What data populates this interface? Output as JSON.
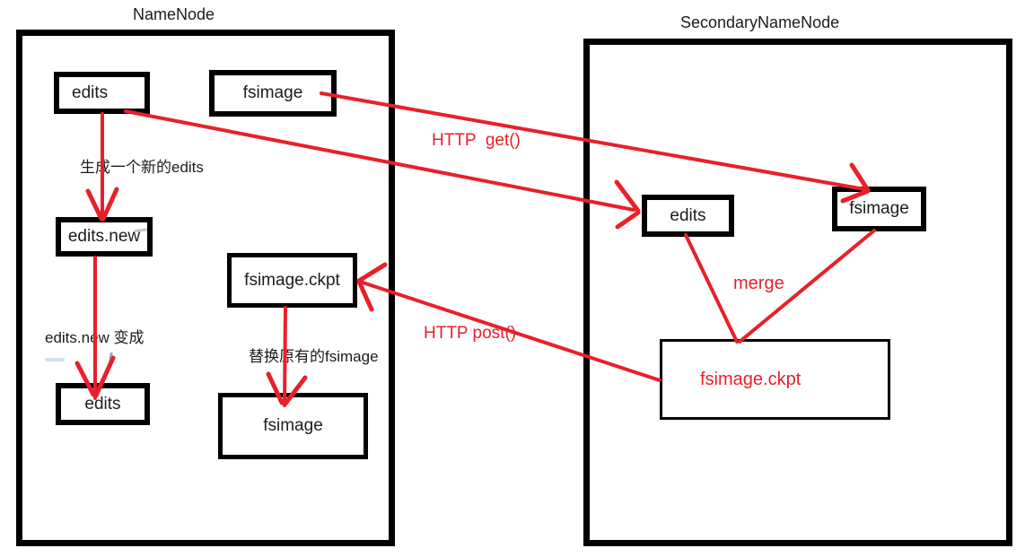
{
  "diagram": {
    "background": "#ffffff",
    "box_border_color": "#000000",
    "arrow_red": "#e8202a"
  },
  "namenode": {
    "title": "NameNode",
    "boxes": {
      "edits_top": "edits",
      "fsimage_top": "fsimage",
      "edits_new": "edits.new",
      "fsimage_ckpt": "fsimage.ckpt",
      "edits_bottom": "edits",
      "fsimage_bottom": "fsimage"
    },
    "labels": {
      "generate_new_edits": "生成一个新的edits",
      "edits_new_becomes": "edits.new 变成",
      "replace_fsimage": "替换原有的fsimage"
    }
  },
  "secondary": {
    "title": "SecondaryNameNode",
    "boxes": {
      "edits": "edits",
      "fsimage": "fsimage",
      "fsimage_ckpt": "fsimage.ckpt"
    },
    "labels": {
      "merge": "merge"
    }
  },
  "arrows": {
    "http_get_label": "HTTP  get()",
    "http_post_label": "HTTP post()"
  }
}
